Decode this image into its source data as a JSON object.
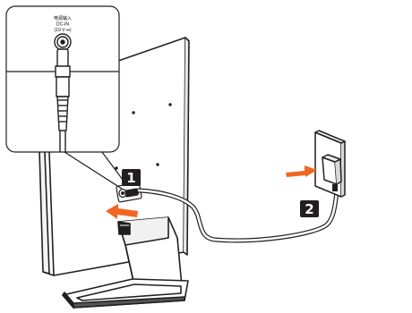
{
  "figure": {
    "kind": "monitor power connection instruction illustration",
    "callout": {
      "port_label_line1": "电源输入",
      "port_label_line2": "DC-IN",
      "port_label_line3": "(19 V ⎓)"
    },
    "steps": [
      {
        "number": "1",
        "action": "plug DC cable into monitor DC-IN port"
      },
      {
        "number": "2",
        "action": "plug power adapter into wall outlet"
      }
    ],
    "colors": {
      "arrow": "#f26522",
      "badge": "#231f20",
      "line": "#231f20",
      "callout_fill": "#ffffff"
    }
  }
}
